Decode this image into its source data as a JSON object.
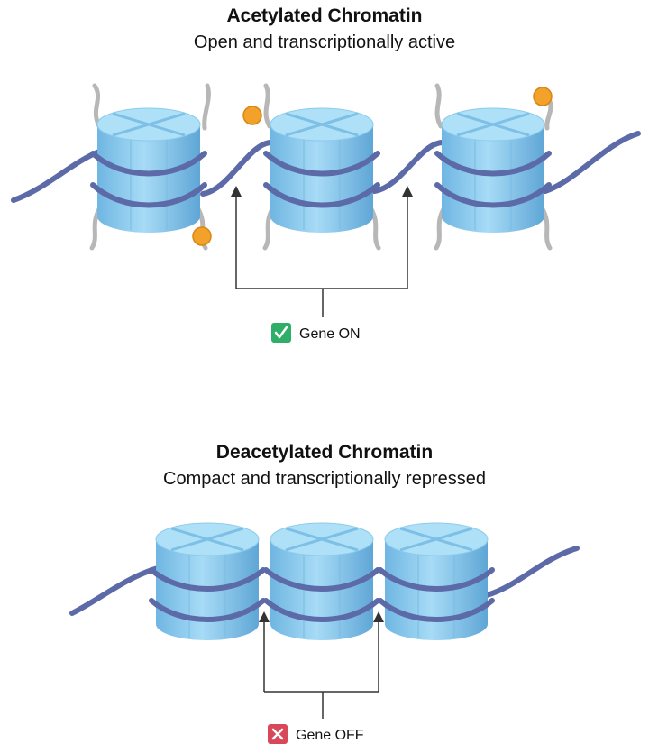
{
  "top_section": {
    "title": "Acetylated Chromatin",
    "subtitle": "Open and transcriptionally active",
    "label": "Gene ON",
    "status": "on"
  },
  "bottom_section": {
    "title": "Deacetylated Chromatin",
    "subtitle": "Compact and transcriptionally repressed",
    "label": "Gene OFF",
    "status": "off"
  },
  "colors": {
    "histone": "#86c8ee",
    "histone_top": "#aee0f8",
    "dna": "#5d6aa8",
    "tail": "#b7b7b7",
    "acetyl_group": "#f2a12b",
    "check_badge": "#2fae6a",
    "cross_badge": "#d9475a",
    "connector": "#333333"
  }
}
